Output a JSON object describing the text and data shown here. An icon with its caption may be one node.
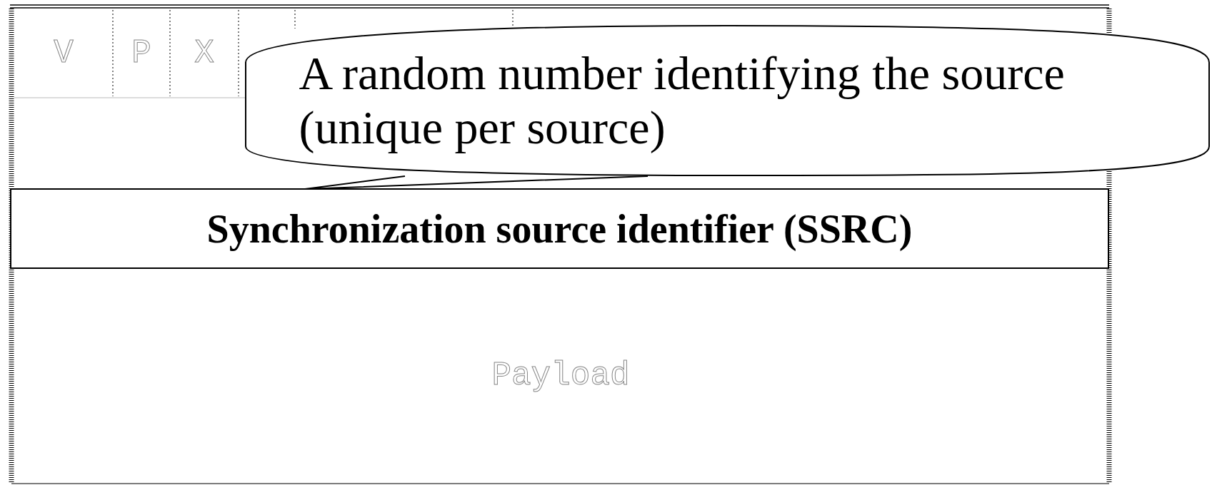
{
  "diagram": {
    "nodes": [
      {
        "text": [
          "V"
        ]
      },
      {
        "text": [
          "P"
        ]
      },
      {
        "text": [
          "X"
        ]
      },
      {
        "text": [
          "A random number identifying the source (unique per source)"
        ]
      },
      {
        "text": [
          "Synchronization source identifier (SSRC)"
        ]
      },
      {
        "text": [
          "Payload"
        ]
      }
    ],
    "edges": [
      {
        "from": 3,
        "to": 4,
        "arrow": "none"
      }
    ]
  }
}
